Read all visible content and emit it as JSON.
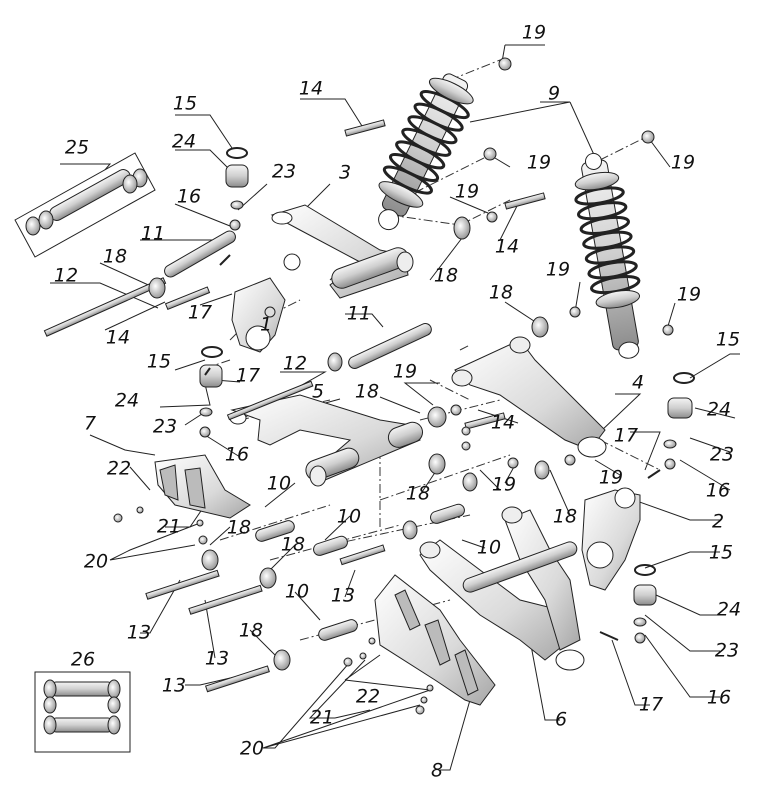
{
  "diagram": {
    "type": "exploded-parts-diagram",
    "labels": [
      {
        "id": "l1",
        "text": "19"
      },
      {
        "id": "l2",
        "text": "9"
      },
      {
        "id": "l3",
        "text": "14"
      },
      {
        "id": "l4",
        "text": "15"
      },
      {
        "id": "l5",
        "text": "25"
      },
      {
        "id": "l6",
        "text": "24"
      },
      {
        "id": "l7",
        "text": "23"
      },
      {
        "id": "l8",
        "text": "3"
      },
      {
        "id": "l9",
        "text": "19"
      },
      {
        "id": "l10",
        "text": "19"
      },
      {
        "id": "l11",
        "text": "19"
      },
      {
        "id": "l12",
        "text": "16"
      },
      {
        "id": "l13",
        "text": "11"
      },
      {
        "id": "l14",
        "text": "14"
      },
      {
        "id": "l15",
        "text": "18"
      },
      {
        "id": "l16",
        "text": "18"
      },
      {
        "id": "l17",
        "text": "12"
      },
      {
        "id": "l18",
        "text": "19"
      },
      {
        "id": "l19",
        "text": "19"
      },
      {
        "id": "l20",
        "text": "17"
      },
      {
        "id": "l21",
        "text": "11"
      },
      {
        "id": "l22",
        "text": "18"
      },
      {
        "id": "l23",
        "text": "14"
      },
      {
        "id": "l24",
        "text": "1"
      },
      {
        "id": "l25",
        "text": "15"
      },
      {
        "id": "l26",
        "text": "15"
      },
      {
        "id": "l27",
        "text": "12"
      },
      {
        "id": "l28",
        "text": "19"
      },
      {
        "id": "l29",
        "text": "17"
      },
      {
        "id": "l30",
        "text": "4"
      },
      {
        "id": "l31",
        "text": "5"
      },
      {
        "id": "l32",
        "text": "18"
      },
      {
        "id": "l33",
        "text": "24"
      },
      {
        "id": "l34",
        "text": "24"
      },
      {
        "id": "l35",
        "text": "23"
      },
      {
        "id": "l36",
        "text": "14"
      },
      {
        "id": "l37",
        "text": "7"
      },
      {
        "id": "l38",
        "text": "16"
      },
      {
        "id": "l39",
        "text": "17"
      },
      {
        "id": "l40",
        "text": "23"
      },
      {
        "id": "l41",
        "text": "19"
      },
      {
        "id": "l42",
        "text": "16"
      },
      {
        "id": "l43",
        "text": "22"
      },
      {
        "id": "l44",
        "text": "10"
      },
      {
        "id": "l45",
        "text": "19"
      },
      {
        "id": "l46",
        "text": "18"
      },
      {
        "id": "l47",
        "text": "18"
      },
      {
        "id": "l48",
        "text": "21"
      },
      {
        "id": "l49",
        "text": "2"
      },
      {
        "id": "l50",
        "text": "10"
      },
      {
        "id": "l51",
        "text": "18"
      },
      {
        "id": "l52",
        "text": "20"
      },
      {
        "id": "l53",
        "text": "18"
      },
      {
        "id": "l54",
        "text": "10"
      },
      {
        "id": "l55",
        "text": "15"
      },
      {
        "id": "l56",
        "text": "13"
      },
      {
        "id": "l57",
        "text": "10"
      },
      {
        "id": "l58",
        "text": "13"
      },
      {
        "id": "l59",
        "text": "24"
      },
      {
        "id": "l60",
        "text": "13"
      },
      {
        "id": "l61",
        "text": "18"
      },
      {
        "id": "l62",
        "text": "23"
      },
      {
        "id": "l63",
        "text": "26"
      },
      {
        "id": "l64",
        "text": "13"
      },
      {
        "id": "l65",
        "text": "22"
      },
      {
        "id": "l66",
        "text": "16"
      },
      {
        "id": "l67",
        "text": "17"
      },
      {
        "id": "l68",
        "text": "21"
      },
      {
        "id": "l69",
        "text": "6"
      },
      {
        "id": "l70",
        "text": "20"
      },
      {
        "id": "l71",
        "text": "8"
      }
    ]
  }
}
